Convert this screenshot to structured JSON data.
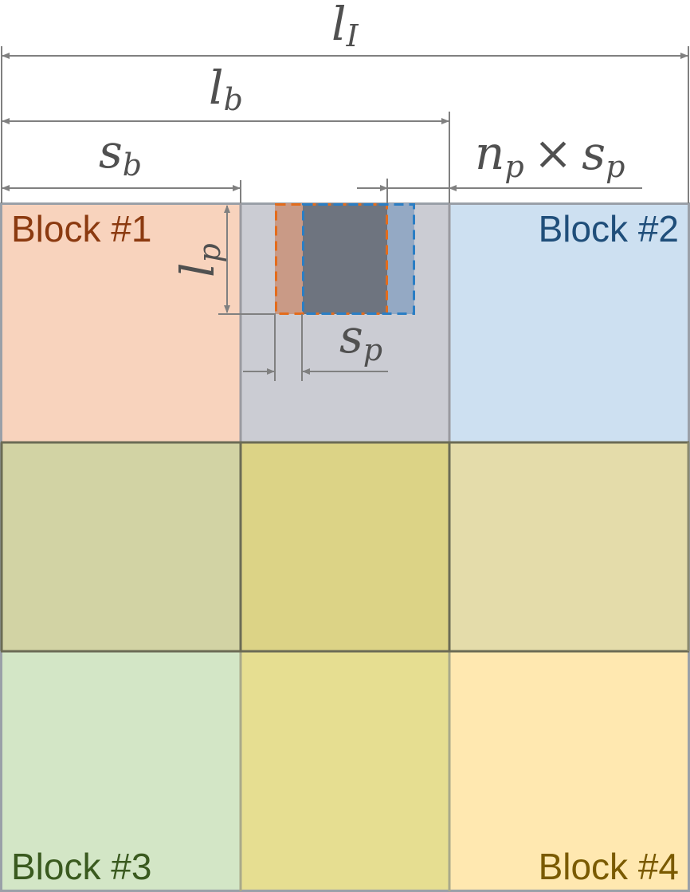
{
  "colors": {
    "block1": "#f8d3bd",
    "block2": "#cde0f1",
    "block3": "#d3e6c6",
    "block4": "#ffe8b0",
    "overlap_top": "#cbccd3",
    "overlap_left": "#d2d3a4",
    "overlap_center": "#dcd386",
    "overlap_right": "#e4dcaa",
    "overlap_bottom": "#e6de91",
    "patch_orange": "#c99a86",
    "patch_blue": "#94a9c4",
    "patch_overlap": "#6e747f",
    "dash_orange": "#e36c1c",
    "dash_blue": "#2b7ec4",
    "label1": "#8b3a10",
    "label2": "#1f4e7a",
    "label3": "#3a5a1f",
    "label4": "#7a5a00"
  },
  "blocks": {
    "block1": "Block #1",
    "block2": "Block #2",
    "block3": "Block #3",
    "block4": "Block #4"
  },
  "dimensions": {
    "l_I": {
      "base": "l",
      "sub": "I"
    },
    "l_b": {
      "base": "l",
      "sub": "b"
    },
    "s_b": {
      "base": "s",
      "sub": "b"
    },
    "np_sp": {
      "n": "n",
      "n_sub": "p",
      "times": "×",
      "s": "s",
      "s_sub": "p"
    },
    "l_p": {
      "base": "l",
      "sub": "p"
    },
    "s_p": {
      "base": "s",
      "sub": "p"
    }
  }
}
